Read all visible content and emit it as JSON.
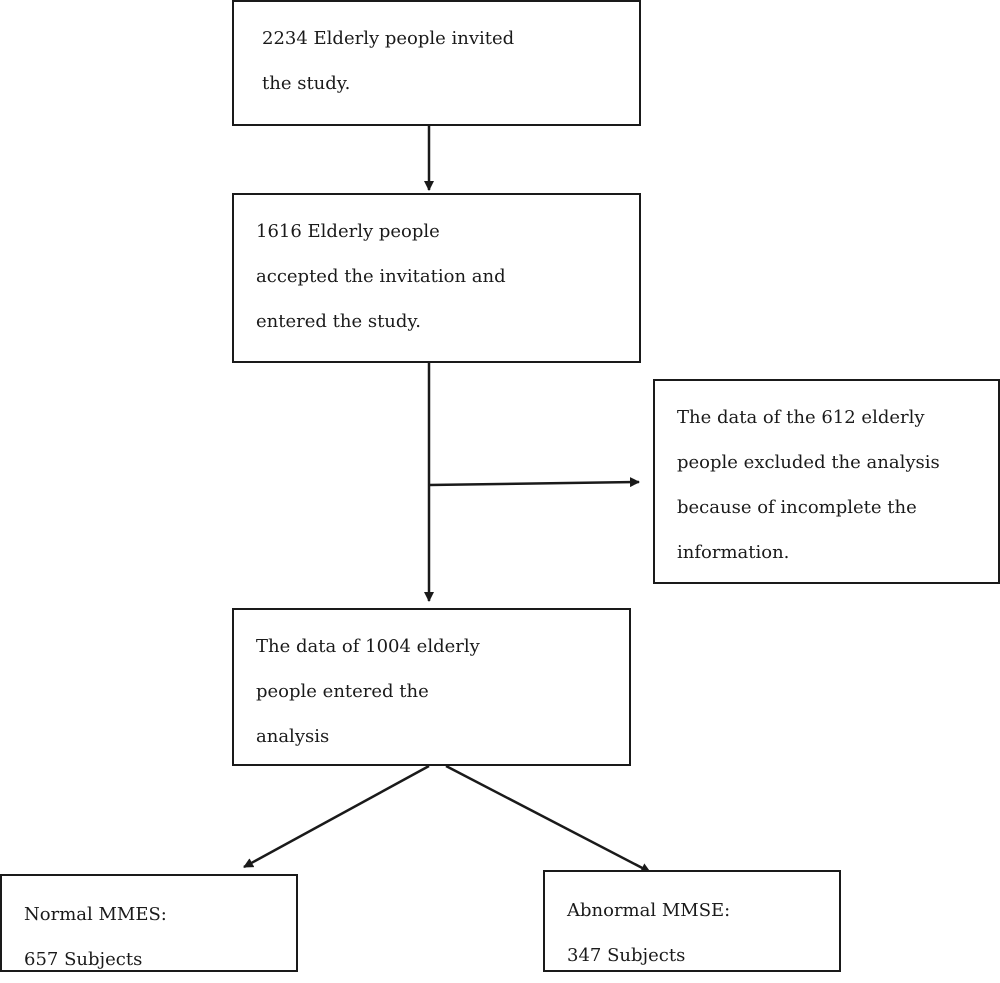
{
  "nodes": {
    "invited": {
      "lines": [
        "2234 Elderly people invited",
        "the study."
      ]
    },
    "accepted": {
      "lines": [
        "1616 Elderly people",
        "accepted the invitation and",
        "entered the study."
      ]
    },
    "excluded": {
      "lines": [
        "The data of the 612 elderly",
        "people excluded the analysis",
        "because of incomplete the",
        "information."
      ]
    },
    "analysis": {
      "lines": [
        "The data of 1004 elderly",
        "people entered the",
        "analysis"
      ]
    },
    "normal": {
      "lines": [
        "Normal MMES:",
        "657 Subjects"
      ]
    },
    "abnormal": {
      "lines": [
        "Abnormal MMSE:",
        "347 Subjects"
      ]
    }
  },
  "edges": [
    {
      "from": "invited",
      "to": "accepted"
    },
    {
      "from": "accepted",
      "to": "excluded"
    },
    {
      "from": "accepted",
      "to": "analysis"
    },
    {
      "from": "analysis",
      "to": "normal"
    },
    {
      "from": "analysis",
      "to": "abnormal"
    }
  ],
  "colors": {
    "stroke": "#1a1a1a",
    "background": "#ffffff"
  }
}
